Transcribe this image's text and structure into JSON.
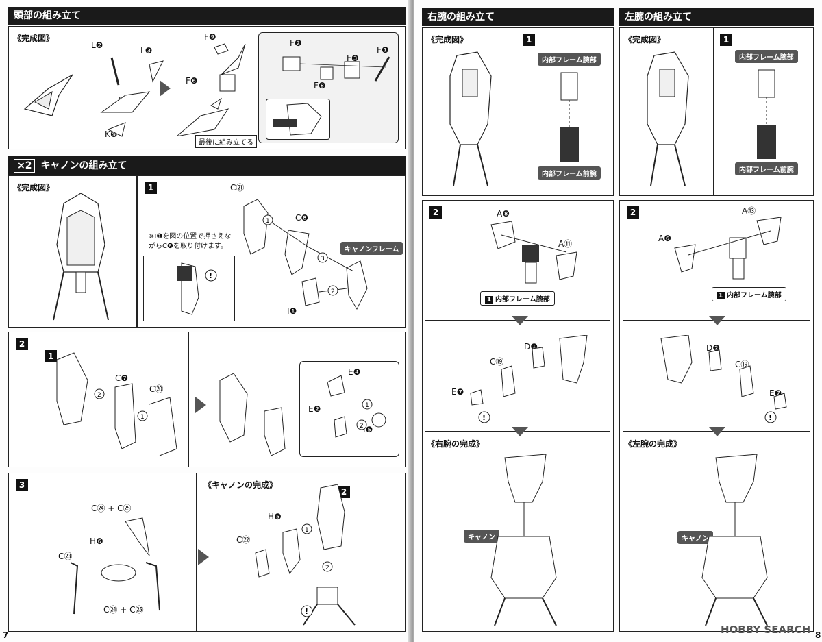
{
  "left_page": {
    "head": {
      "title": "頭部の組み立て",
      "complete_label": "《完成図》",
      "parts": {
        "l2": "L❷",
        "l3": "L❸",
        "k7": "K❼",
        "k9": "K❾",
        "f9": "F❾",
        "f6": "F❻",
        "f2": "F❷",
        "f3": "F❸",
        "f1": "F❶",
        "f8": "F❽"
      },
      "last_note": "最後に組み立てる"
    },
    "cannon": {
      "count": "×2",
      "title": "キャノンの組み立て",
      "complete_label": "《完成図》",
      "step1": {
        "num": "1",
        "c21": "C㉑",
        "c8": "C❽",
        "i1": "I❶",
        "frame_tag": "キャノンフレーム",
        "note_line1": "※I❶を図の位置で押さえな",
        "note_line2": "がらC❽を取り付けます。"
      },
      "step2": {
        "num": "2",
        "ref": "1",
        "c7": "C❼",
        "c20": "C⑳",
        "e4": "E❹",
        "e2": "E❷",
        "i5": "I❺"
      },
      "step3": {
        "num": "3",
        "c24a": "C㉔ + C㉕",
        "h6": "H❻",
        "c23": "C㉓",
        "c24b": "C㉔ + C㉕"
      },
      "done": {
        "label": "《キャノンの完成》",
        "ref": "2",
        "h5": "H❺",
        "c22": "C㉒"
      }
    },
    "page_number": "7"
  },
  "right_page": {
    "right_arm": {
      "title": "右腕の組み立て",
      "complete_label": "《完成図》",
      "step1": {
        "num": "1",
        "upper": "内部フレーム腕部",
        "lower": "内部フレーム前腕"
      },
      "step2": {
        "num": "2",
        "a8": "A❽",
        "a11": "A⑪",
        "ref_num": "1",
        "ref_label": "内部フレーム腕部",
        "d1": "D❶",
        "c19": "C⑲",
        "e7": "E❼"
      },
      "done_label": "《右腕の完成》",
      "cannon_tag": "キャノン"
    },
    "left_arm": {
      "title": "左腕の組み立て",
      "complete_label": "《完成図》",
      "step1": {
        "num": "1",
        "upper": "内部フレーム腕部",
        "lower": "内部フレーム前腕"
      },
      "step2": {
        "num": "2",
        "a13": "A⑬",
        "a6": "A❻",
        "ref_num": "1",
        "ref_label": "内部フレーム腕部",
        "d2": "D❷",
        "c19": "C⑲",
        "e7": "E❼"
      },
      "done_label": "《左腕の完成》",
      "cannon_tag": "キャノン"
    },
    "page_number": "8",
    "watermark": "HOBBY SEARCH"
  },
  "colors": {
    "bar": "#1a1a1a",
    "tag": "#555555",
    "arrow": "#555555"
  }
}
